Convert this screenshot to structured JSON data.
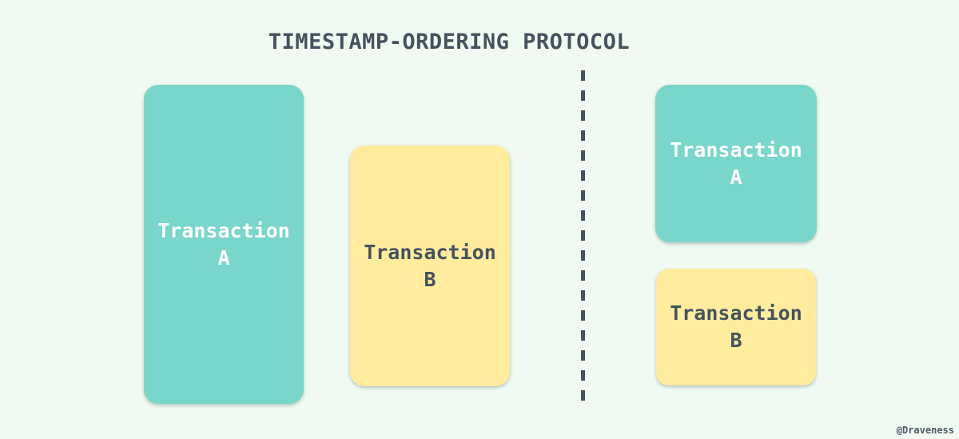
{
  "title": "TIMESTAMP-ORDERING PROTOCOL",
  "watermark": "@Draveness",
  "colors": {
    "background": "#effbf2",
    "teal": "#78d7ca",
    "yellow": "#ffec9d",
    "slate": "#44525e",
    "white_text": "#ffffff",
    "watermark_color": "#4c5b66"
  },
  "boxes": {
    "left_a": {
      "name": "Transaction",
      "id": "A"
    },
    "left_b": {
      "name": "Transaction",
      "id": "B"
    },
    "right_a": {
      "name": "Transaction",
      "id": "A"
    },
    "right_b": {
      "name": "Transaction",
      "id": "B"
    }
  }
}
